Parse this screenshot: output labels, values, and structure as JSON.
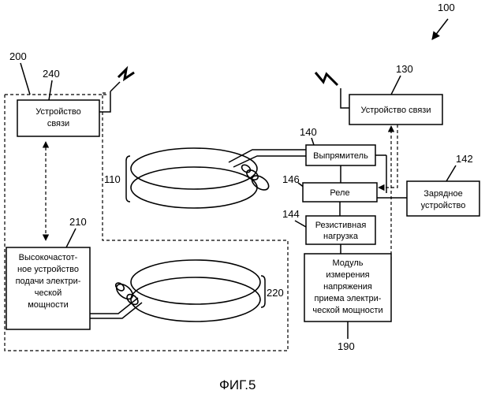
{
  "figure_label": "ФИГ.5",
  "refs": {
    "system": "100",
    "power_side": "200",
    "comm_240": "240",
    "comm_130": "130",
    "rectifier_ref": "140",
    "charger_ref": "142",
    "relay_ref": "146",
    "load_ref": "144",
    "coil_110": "110",
    "hf_ref": "210",
    "coil_220": "220",
    "module_ref": "190"
  },
  "boxes": {
    "comm_left": [
      "Устройство",
      "связи"
    ],
    "comm_right": [
      "Устройство связи"
    ],
    "rectifier": [
      "Выпрямитель"
    ],
    "relay": [
      "Реле"
    ],
    "charger": [
      "Зарядное",
      "устройство"
    ],
    "resistive_load": [
      "Резистивная",
      "нагрузка"
    ],
    "hf_power": [
      "Высокочастот-",
      "ное устройство",
      "подачи электри-",
      "ческой",
      "мощности"
    ],
    "measure_module": [
      "Модуль",
      "измерения",
      "напряжения",
      "приема электри-",
      "ческой мощности"
    ]
  }
}
